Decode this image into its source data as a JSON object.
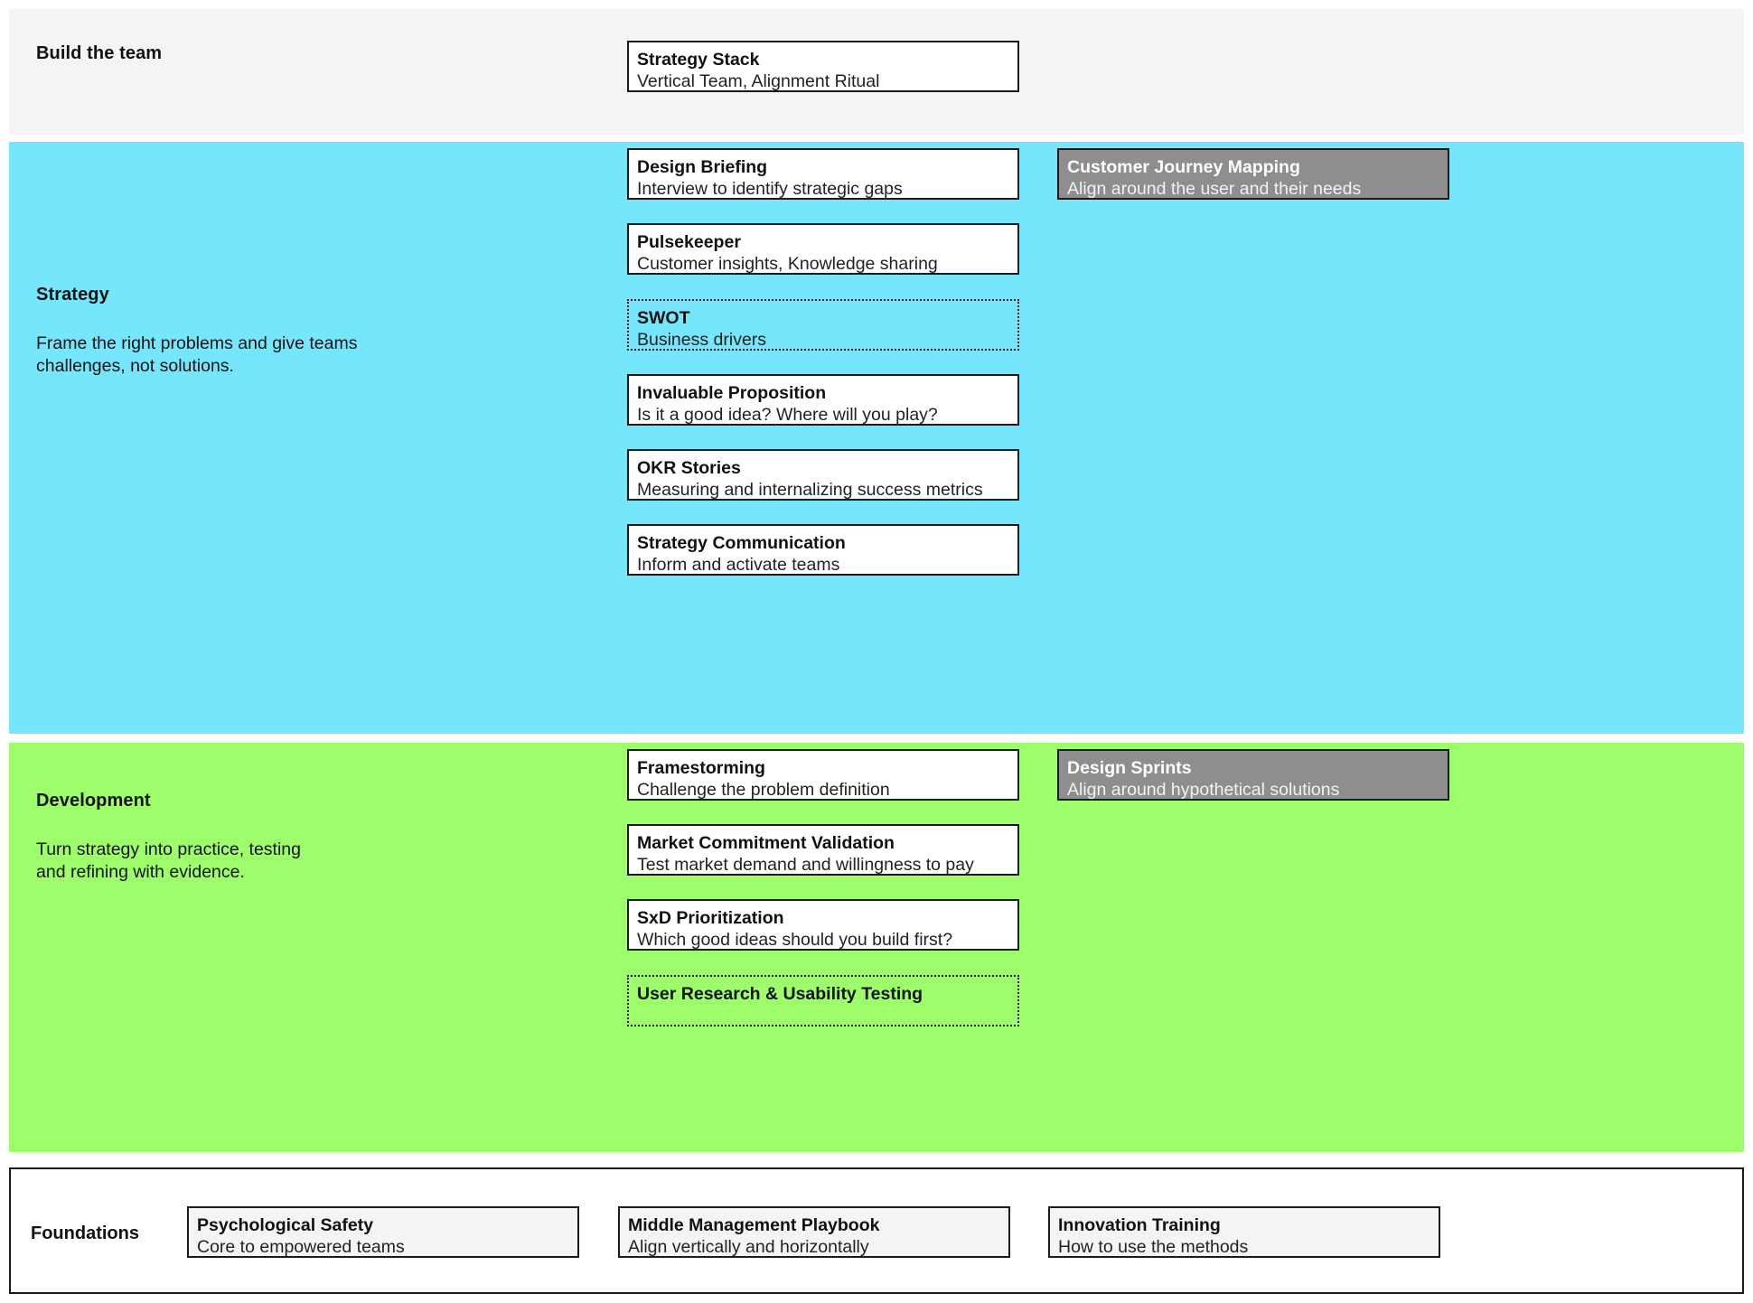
{
  "colors": {
    "band_build": "#f4f4f4",
    "band_strategy": "#76e6fc",
    "band_development": "#9efd6b",
    "band_foundations": "#ffffff",
    "card_gray": "#8e8e8e",
    "card_light": "#f4f4f4",
    "border": "#1a1a1a",
    "text": "#111111"
  },
  "bands": {
    "build": {
      "title": "Build the team",
      "description": "",
      "cards": [
        {
          "title": "Strategy Stack",
          "subtitle": "Vertical Team, Alignment Ritual",
          "style": "outline"
        }
      ]
    },
    "strategy": {
      "title": "Strategy",
      "description": "Frame the right problems and give teams\nchallenges, not solutions.",
      "cards": [
        {
          "title": "Design Briefing",
          "subtitle": "Interview to identify strategic gaps",
          "style": "outline"
        },
        {
          "title": "Pulsekeeper",
          "subtitle": "Customer insights, Knowledge sharing",
          "style": "outline"
        },
        {
          "title": "SWOT",
          "subtitle": "Business drivers",
          "style": "dotted"
        },
        {
          "title": "Invaluable Proposition",
          "subtitle": "Is it a good idea? Where will you play?",
          "style": "outline"
        },
        {
          "title": "OKR Stories",
          "subtitle": "Measuring and internalizing success metrics",
          "style": "outline"
        },
        {
          "title": "Strategy Communication",
          "subtitle": "Inform and activate teams",
          "style": "outline"
        }
      ],
      "right_cards": [
        {
          "title": "Customer Journey Mapping",
          "subtitle": "Align around the user and their needs",
          "style": "gray"
        }
      ]
    },
    "development": {
      "title": "Development",
      "description": "Turn strategy into practice, testing\nand refining with evidence.",
      "cards": [
        {
          "title": "Framestorming",
          "subtitle": "Challenge the problem definition",
          "style": "outline"
        },
        {
          "title": "Market Commitment Validation",
          "subtitle": "Test market demand and willingness to pay",
          "style": "outline"
        },
        {
          "title": "SxD Prioritization",
          "subtitle": "Which good ideas should you build first?",
          "style": "outline"
        },
        {
          "title": "User Research & Usability Testing",
          "subtitle": "",
          "style": "dotted"
        }
      ],
      "right_cards": [
        {
          "title": "Design Sprints",
          "subtitle": "Align around hypothetical solutions",
          "style": "gray"
        }
      ]
    },
    "foundations": {
      "title": "Foundations",
      "cards": [
        {
          "title": "Psychological Safety",
          "subtitle": "Core to empowered teams",
          "style": "light"
        },
        {
          "title": "Middle Management Playbook",
          "subtitle": "Align vertically and horizontally",
          "style": "light"
        },
        {
          "title": "Innovation Training",
          "subtitle": "How to use the methods",
          "style": "light"
        }
      ]
    }
  }
}
